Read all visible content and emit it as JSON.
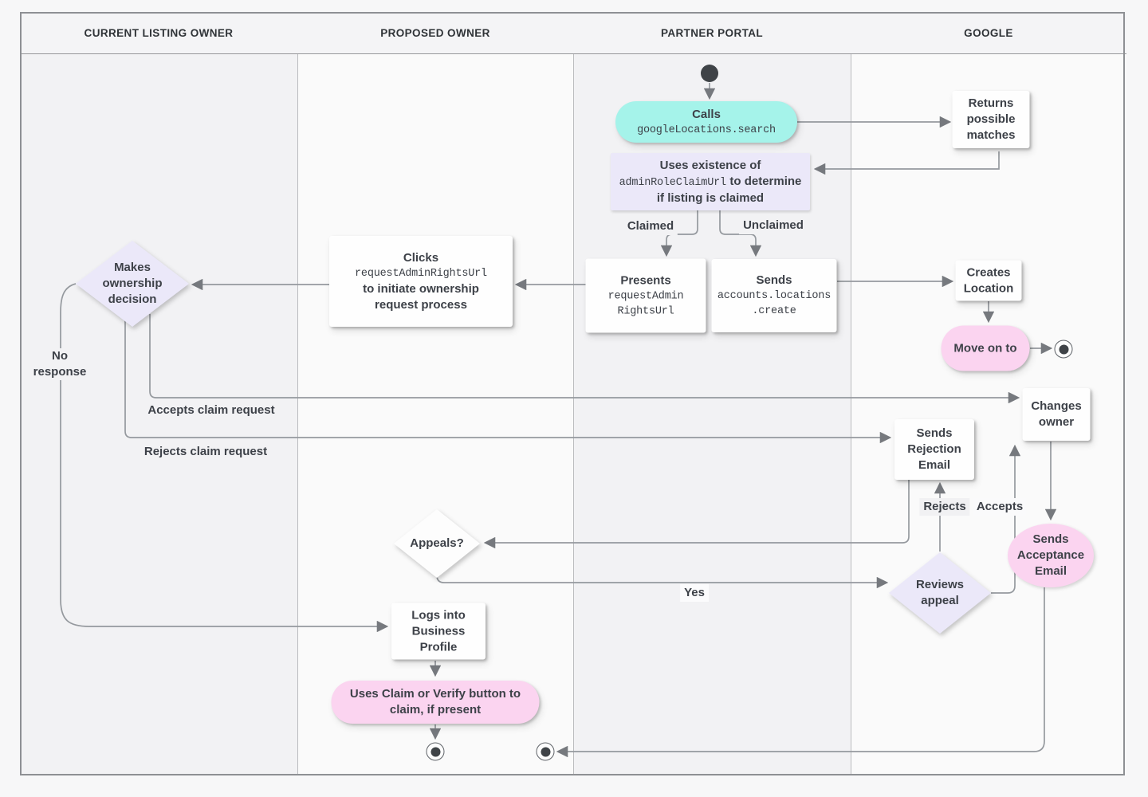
{
  "diagram": {
    "lanes": [
      {
        "title": "CURRENT LISTING OWNER"
      },
      {
        "title": "PROPOSED OWNER"
      },
      {
        "title": "PARTNER PORTAL"
      },
      {
        "title": "GOOGLE"
      }
    ],
    "nodes": {
      "calls": {
        "title": "Calls",
        "code": "googleLocations.search"
      },
      "returns_matches": {
        "label": "Returns possible matches"
      },
      "uses_existence": {
        "text_before": "Uses existence of",
        "code": "adminRoleClaimUrl",
        "text_after": "to determine if listing is claimed"
      },
      "presents": {
        "title": "Presents",
        "code_lines": [
          "requestAdmin",
          "RightsUrl"
        ]
      },
      "sends_create": {
        "title": "Sends",
        "code_lines": [
          "accounts.locations",
          ".create"
        ]
      },
      "clicks": {
        "title": "Clicks",
        "code": "requestAdminRightsUrl",
        "text_after": "to initiate ownership request process"
      },
      "creates_location": {
        "label": "Creates Location"
      },
      "move_on": {
        "label": "Move on to"
      },
      "makes_decision": {
        "label": "Makes ownership decision"
      },
      "changes_owner": {
        "label": "Changes owner"
      },
      "sends_rejection": {
        "label": "Sends Rejection Email"
      },
      "sends_acceptance": {
        "label": "Sends Acceptance Email"
      },
      "reviews_appeal": {
        "label": "Reviews appeal"
      },
      "appeals": {
        "label": "Appeals?"
      },
      "logs_in": {
        "label": "Logs into Business Profile"
      },
      "claim_verify": {
        "label": "Uses Claim or Verify button to claim, if present"
      }
    },
    "edge_labels": {
      "claimed": "Claimed",
      "unclaimed": "Unclaimed",
      "no_response": "No response",
      "accepts_claim": "Accepts claim request",
      "rejects_claim": "Rejects claim request",
      "rejects": "Rejects",
      "accepts": "Accepts",
      "yes": "Yes"
    },
    "colors": {
      "teal": "#a5f3ea",
      "lavender": "#ebe8f9",
      "pink": "#fbd4f0",
      "text": "#3d4148",
      "line": "#95999e"
    }
  }
}
